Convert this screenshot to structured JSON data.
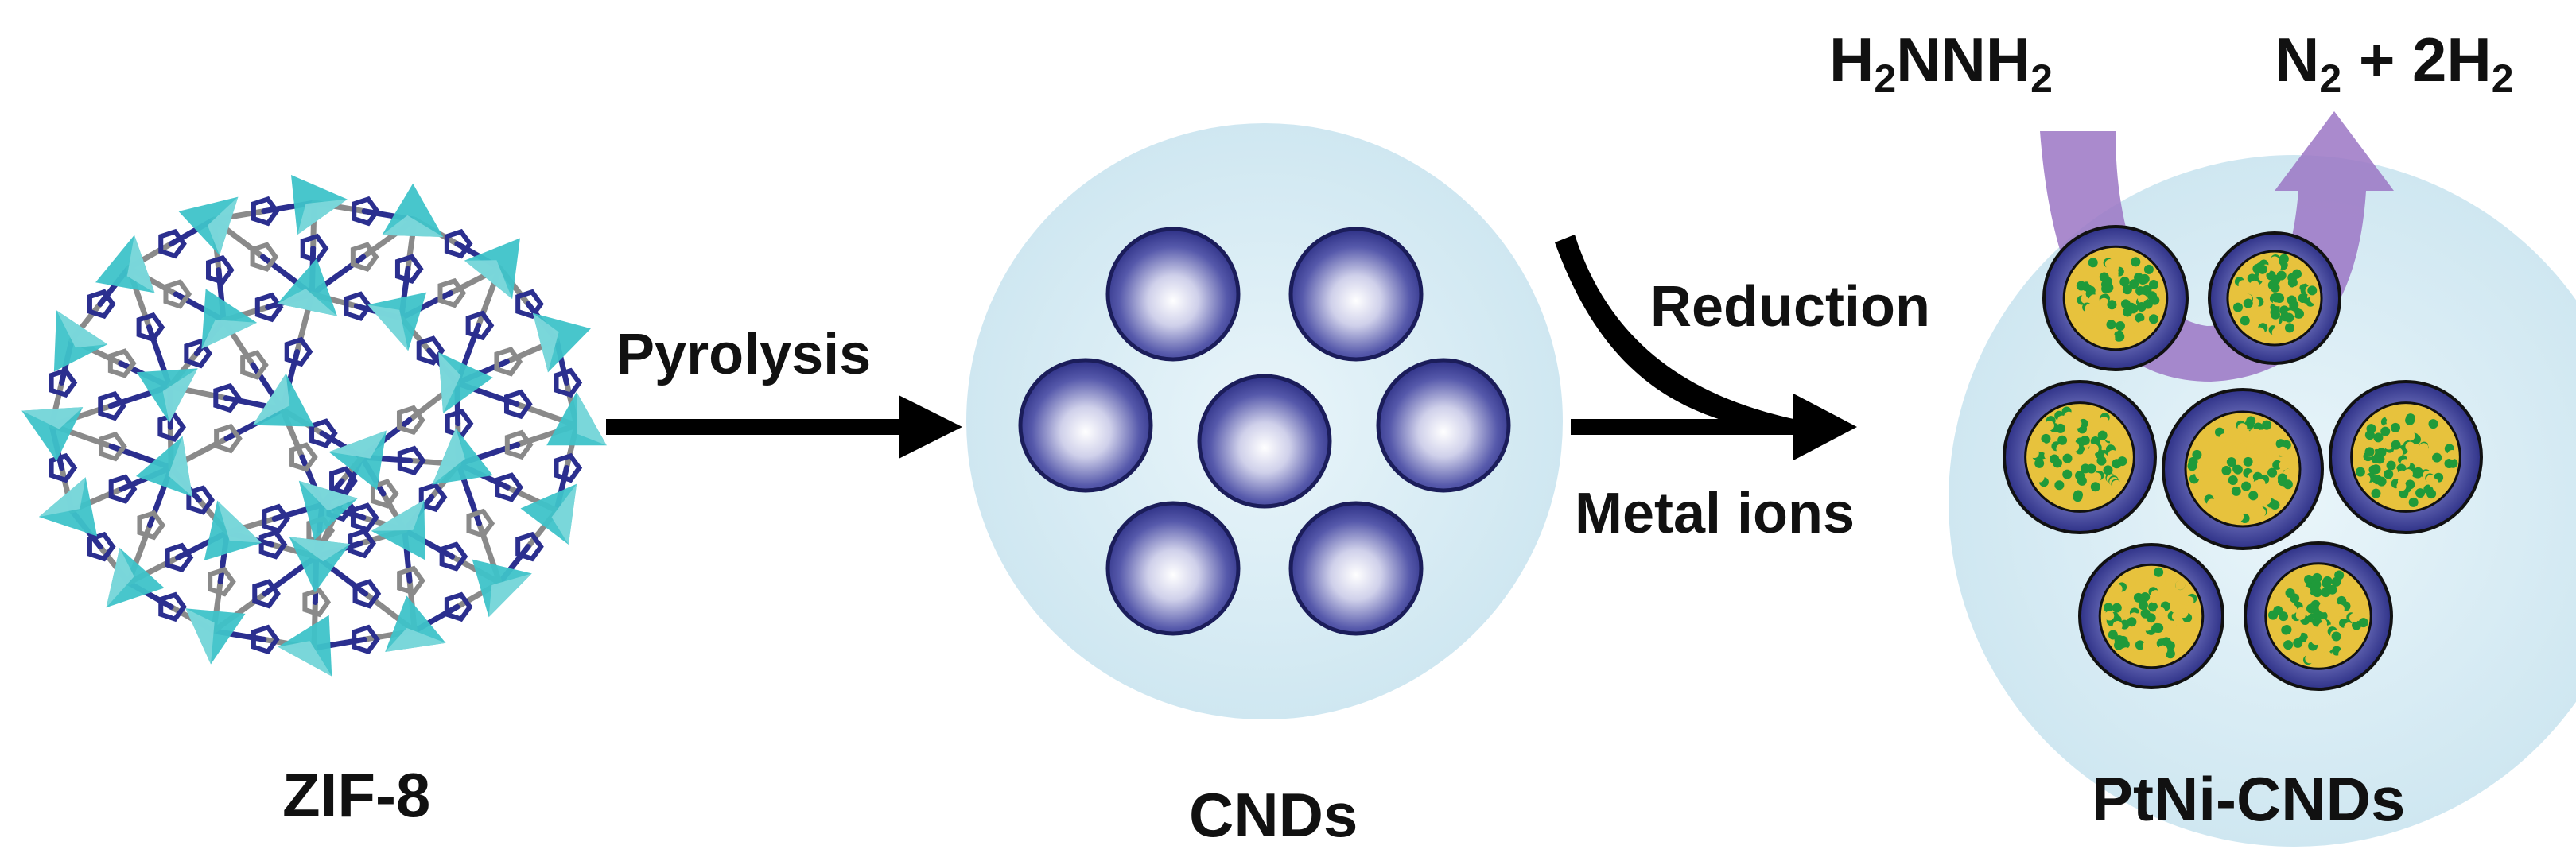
{
  "stages": {
    "zif8": {
      "label": "ZIF-8"
    },
    "cnds": {
      "label": "CNDs"
    },
    "ptni": {
      "label": "PtNi-CNDs"
    }
  },
  "arrows": {
    "pyrolysis": {
      "label": "Pyrolysis"
    },
    "reduction": {
      "label": "Reduction"
    },
    "metal_ions": {
      "label": "Metal ions"
    }
  },
  "reaction": {
    "reactant": {
      "p1": "H",
      "s1": "2",
      "p2": "NNH",
      "s2": "2"
    },
    "products": {
      "p1": "N",
      "s1": "2",
      "p2": " + 2H",
      "s2": "2"
    }
  },
  "colors": {
    "tetrahedron": "#3ec3c9",
    "linker_gray": "#8a8a8a",
    "linker_blue": "#2b2f8f",
    "sphere_blue": "#3a3d96",
    "halo": "#d6ecf4",
    "pt_green": "#1f9a3a",
    "ni_yellow": "#e7c23d",
    "purple_arrow": "#9b76c4"
  }
}
